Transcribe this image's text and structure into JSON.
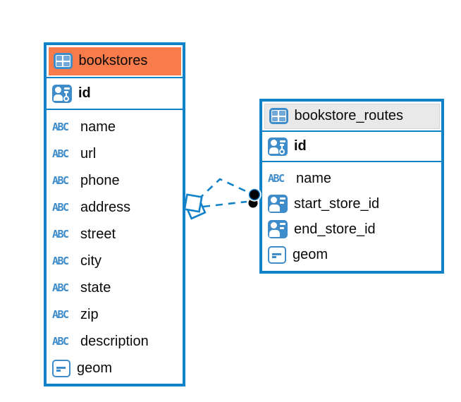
{
  "diagram": {
    "kind": "entity-relationship",
    "colors": {
      "accent_blue": "#1181C8",
      "icon_blue": "#3E8CC9",
      "header_orange": "#F87B4C",
      "header_gray": "#E9E9E9",
      "marker_black": "#000000",
      "background": "#ffffff"
    },
    "icon_text_label": "ABC"
  },
  "tables": [
    {
      "name": "bookstores",
      "header_style": "orange",
      "primary_key": {
        "name": "id",
        "icon": "person-key"
      },
      "fields": [
        {
          "name": "name",
          "icon": "text"
        },
        {
          "name": "url",
          "icon": "text"
        },
        {
          "name": "phone",
          "icon": "text"
        },
        {
          "name": "address",
          "icon": "text"
        },
        {
          "name": "street",
          "icon": "text"
        },
        {
          "name": "city",
          "icon": "text"
        },
        {
          "name": "state",
          "icon": "text"
        },
        {
          "name": "zip",
          "icon": "text"
        },
        {
          "name": "description",
          "icon": "text"
        },
        {
          "name": "geom",
          "icon": "geometry"
        }
      ]
    },
    {
      "name": "bookstore_routes",
      "header_style": "gray",
      "primary_key": {
        "name": "id",
        "icon": "person-key"
      },
      "fields": [
        {
          "name": "name",
          "icon": "text"
        },
        {
          "name": "start_store_id",
          "icon": "person-reference"
        },
        {
          "name": "end_store_id",
          "icon": "person-reference"
        },
        {
          "name": "geom",
          "icon": "geometry"
        }
      ]
    }
  ],
  "relationships": {
    "from_table": "bookstores",
    "to_table": "bookstore_routes",
    "line_count": 2,
    "line_style": "dashed",
    "from_marker": "diamond",
    "to_marker": "dot"
  }
}
